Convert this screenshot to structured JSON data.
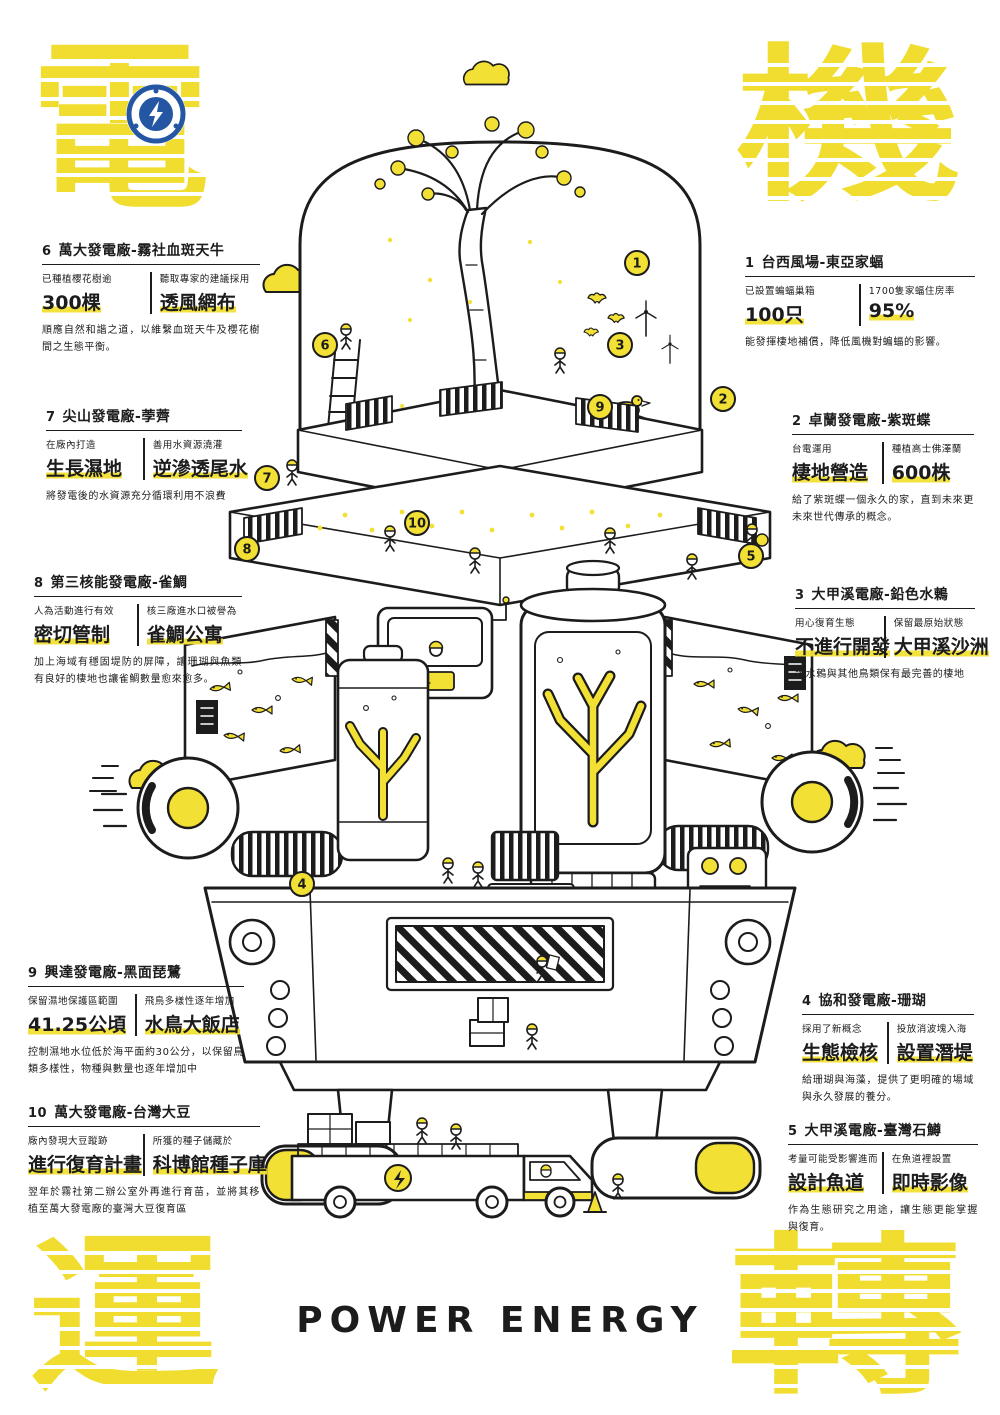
{
  "poster": {
    "corners": {
      "top_left": "電",
      "top_right": "機",
      "bottom_left": "運",
      "bottom_right": "轉"
    },
    "footer_title": "POWER ENERGY",
    "logo": "taipower-logo",
    "colors": {
      "accent_yellow": "#f2e034",
      "ink": "#1c1c1c",
      "logo_blue": "#2456a4"
    }
  },
  "markers": [
    "1",
    "2",
    "3",
    "4",
    "5",
    "6",
    "7",
    "8",
    "9",
    "10"
  ],
  "sections": [
    {
      "num": "1",
      "title": "台西風場-東亞家蝠",
      "label1": "已設置蝙蝠巢箱",
      "label2": "1700隻家蝠住房率",
      "stat1": "100只",
      "stat2": "95%",
      "desc": "能發揮棲地補償，降低風機對蝙蝠的影響。"
    },
    {
      "num": "2",
      "title": "卓蘭發電廠-紫斑蝶",
      "label1": "台電運用",
      "label2": "種植高士佛澤蘭",
      "stat1": "棲地營造",
      "stat2": "600株",
      "desc": "給了紫斑蝶一個永久的家，直到未來更未來世代傳承的概念。"
    },
    {
      "num": "3",
      "title": "大甲溪電廠-鉛色水鶇",
      "label1": "用心復育生態",
      "label2": "保留最原始狀態",
      "stat1": "不進行開發",
      "stat2": "大甲溪沙洲",
      "desc": "讓水鶇與其他鳥類保有最完善的棲地"
    },
    {
      "num": "4",
      "title": "協和發電廠-珊瑚",
      "label1": "採用了新概念",
      "label2": "投放消波塊入海",
      "stat1": "生態檢核",
      "stat2": "設置潛堤",
      "desc": "給珊瑚與海藻，提供了更明確的場域與永久發展的養分。"
    },
    {
      "num": "5",
      "title": "大甲溪電廠-臺灣石鱒",
      "label1": "考量可能受影響進而",
      "label2": "在魚道裡設置",
      "stat1": "設計魚道",
      "stat2": "即時影像",
      "desc": "作為生態研究之用途，讓生態更能掌握與復育。"
    },
    {
      "num": "6",
      "title": "萬大發電廠-霧社血斑天牛",
      "label1": "已種植櫻花樹逾",
      "label2": "聽取專家的建議採用",
      "stat1": "300棵",
      "stat2": "透風網布",
      "desc": "順應自然和諧之道，以維繫血斑天牛及櫻花樹間之生態平衡。"
    },
    {
      "num": "7",
      "title": "尖山發電廠-荸薺",
      "label1": "在廠內打造",
      "label2": "善用水資源澆灌",
      "stat1": "生長濕地",
      "stat2": "逆滲透尾水",
      "desc": "將發電後的水資源充分循環利用不浪費"
    },
    {
      "num": "8",
      "title": "第三核能發電廠-雀鯛",
      "label1": "人為活動進行有效",
      "label2": "核三廠進水口被譽為",
      "stat1": "密切管制",
      "stat2": "雀鯛公寓",
      "desc": "加上海域有穩固堤防的屏障，讓珊瑚與魚類有良好的棲地也讓雀鯛數量愈來愈多。"
    },
    {
      "num": "9",
      "title": "興達發電廠-黑面琵鷺",
      "label1": "保留濕地保護區範圍",
      "label2": "飛鳥多樣性逐年增加",
      "stat1": "41.25公頃",
      "stat2": "水鳥大飯店",
      "desc": "控制濕地水位低於海平面約30公分，以保留鳥類多樣性，物種與數量也逐年增加中"
    },
    {
      "num": "10",
      "title": "萬大發電廠-台灣大豆",
      "label1": "廠內發現大豆蹤跡",
      "label2": "所獲的種子儲藏於",
      "stat1": "進行復育計畫",
      "stat2": "科博館種子庫",
      "desc": "翌年於霧社第二辦公室外再進行育苗，並將其移植至萬大發電廠的臺灣大豆復育區"
    }
  ]
}
